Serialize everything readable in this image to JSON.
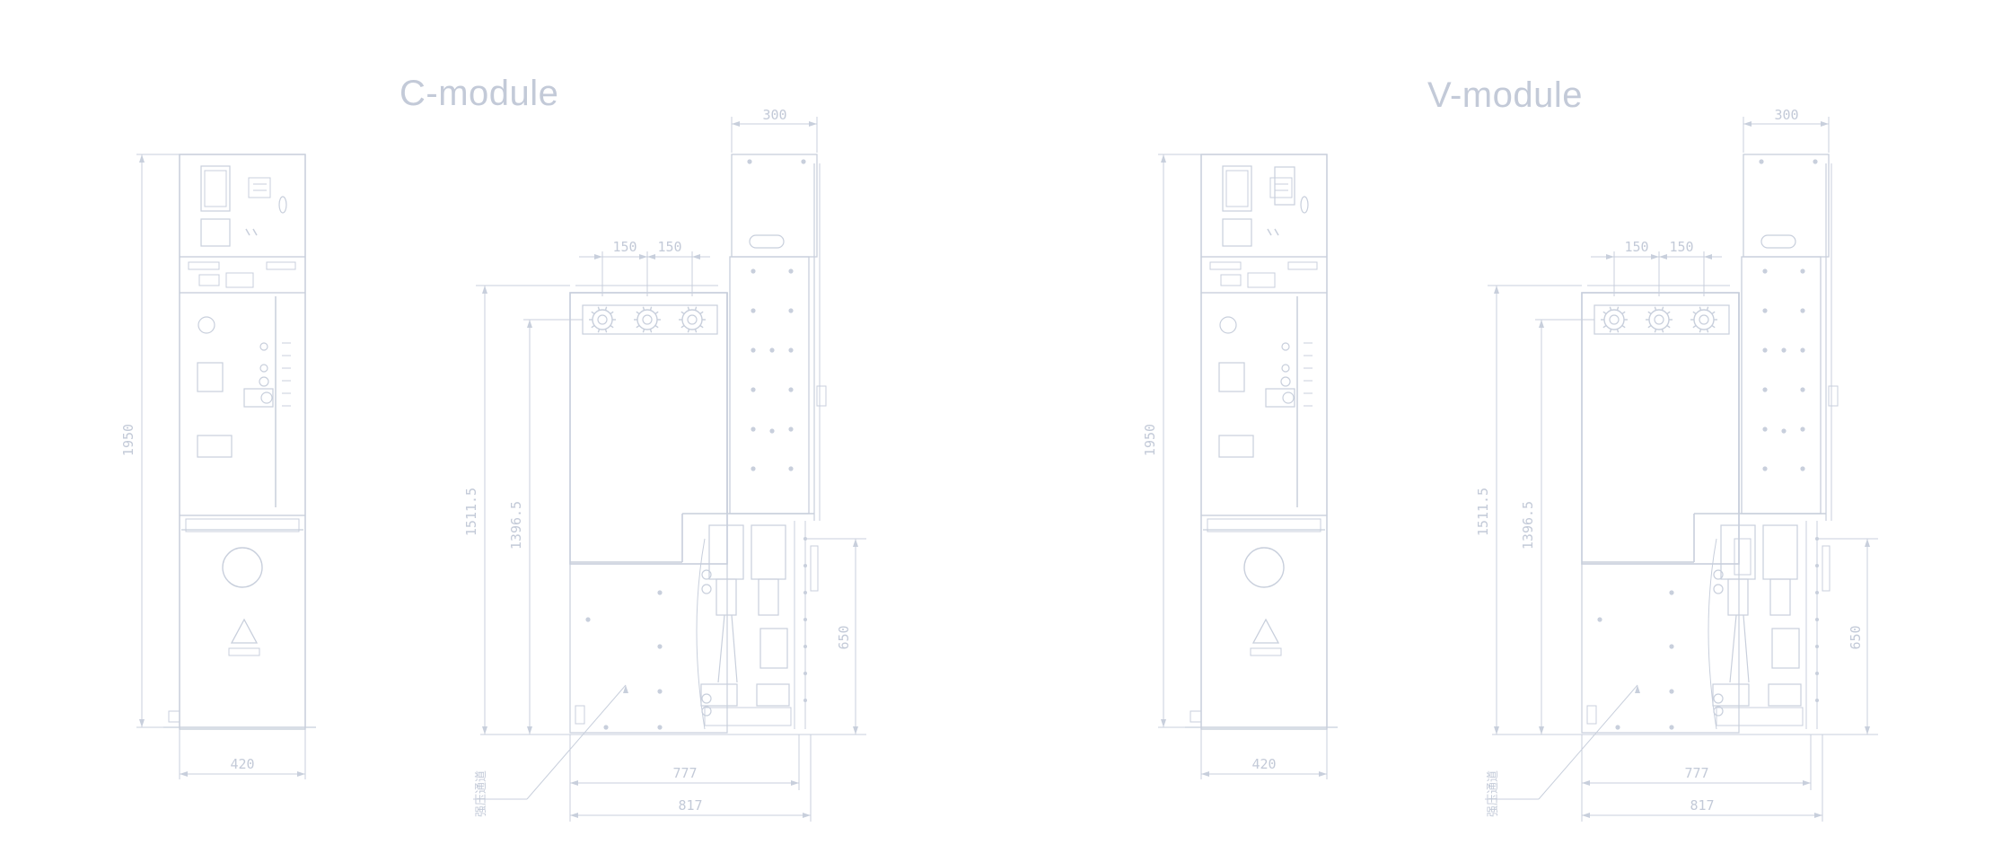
{
  "colors": {
    "line": "#c8cfdc",
    "text": "#c3cad8"
  },
  "modules": [
    {
      "title": "C-module",
      "front_dims": {
        "height": "1950",
        "width": "420"
      },
      "side_dims": {
        "top": "300",
        "pitch_a": "150",
        "pitch_b": "150",
        "h1": "1511.5",
        "h2": "1396.5",
        "h3": "650",
        "w1": "777",
        "w2": "817",
        "note": "强压通道"
      }
    },
    {
      "title": "V-module",
      "front_dims": {
        "height": "1950",
        "width": "420"
      },
      "side_dims": {
        "top": "300",
        "pitch_a": "150",
        "pitch_b": "150",
        "h1": "1511.5",
        "h2": "1396.5",
        "h3": "650",
        "w1": "777",
        "w2": "817",
        "note": "强压通道"
      }
    }
  ]
}
